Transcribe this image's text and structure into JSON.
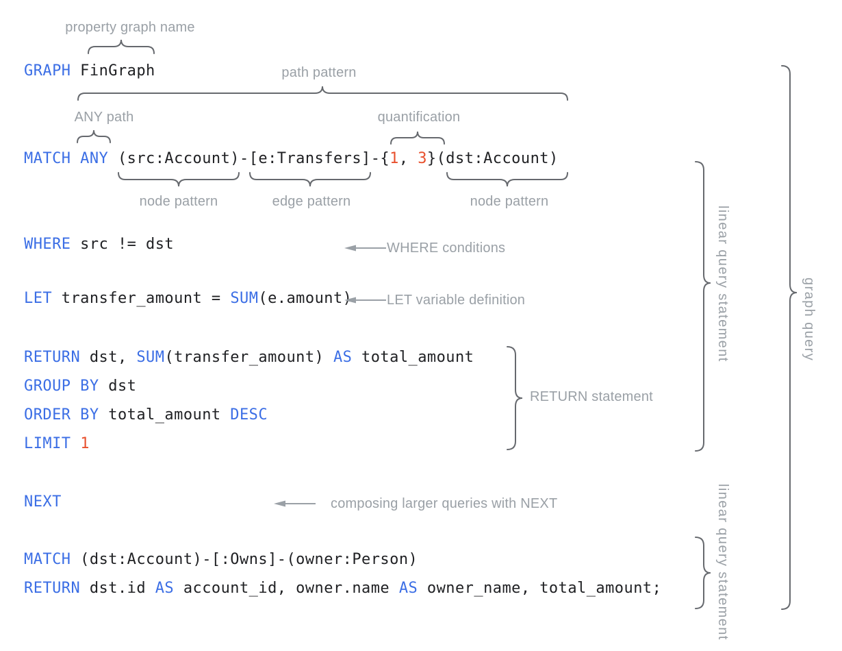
{
  "colors": {
    "background": "#FFFFFF",
    "keyword": "#3B6EE5",
    "number": "#E8502D",
    "code_text": "#202124",
    "annotation_text": "#9AA0A6",
    "brace_stroke": "#66696E",
    "arrow": "#9AA0A6"
  },
  "code_lines": {
    "graph": {
      "segments": [
        {
          "text": "GRAPH",
          "type": "keyword"
        },
        {
          "text": " FinGraph",
          "type": "plain"
        }
      ]
    },
    "match_path": {
      "segments": [
        {
          "text": "MATCH ANY",
          "type": "keyword"
        },
        {
          "text": " (src:Account)-[e:Transfers]-{",
          "type": "plain"
        },
        {
          "text": "1",
          "type": "number"
        },
        {
          "text": ", ",
          "type": "plain"
        },
        {
          "text": "3",
          "type": "number"
        },
        {
          "text": "}(dst:Account)",
          "type": "plain"
        }
      ]
    },
    "where": {
      "segments": [
        {
          "text": "WHERE",
          "type": "keyword"
        },
        {
          "text": " src != dst",
          "type": "plain"
        }
      ]
    },
    "let": {
      "segments": [
        {
          "text": "LET",
          "type": "keyword"
        },
        {
          "text": " transfer_amount = ",
          "type": "plain"
        },
        {
          "text": "SUM",
          "type": "keyword"
        },
        {
          "text": "(e.amount)",
          "type": "plain"
        }
      ]
    },
    "return_agg": {
      "segments": [
        {
          "text": "RETURN",
          "type": "keyword"
        },
        {
          "text": " dst, ",
          "type": "plain"
        },
        {
          "text": "SUM",
          "type": "keyword"
        },
        {
          "text": "(transfer_amount) ",
          "type": "plain"
        },
        {
          "text": "AS",
          "type": "keyword"
        },
        {
          "text": " total_amount",
          "type": "plain"
        }
      ]
    },
    "group_by": {
      "segments": [
        {
          "text": "GROUP BY",
          "type": "keyword"
        },
        {
          "text": " dst",
          "type": "plain"
        }
      ]
    },
    "order_by": {
      "segments": [
        {
          "text": "ORDER BY",
          "type": "keyword"
        },
        {
          "text": " total_amount ",
          "type": "plain"
        },
        {
          "text": "DESC",
          "type": "keyword"
        }
      ]
    },
    "limit": {
      "segments": [
        {
          "text": "LIMIT",
          "type": "keyword"
        },
        {
          "text": " ",
          "type": "plain"
        },
        {
          "text": "1",
          "type": "number"
        }
      ]
    },
    "next": {
      "segments": [
        {
          "text": "NEXT",
          "type": "keyword"
        }
      ]
    },
    "match_owns": {
      "segments": [
        {
          "text": "MATCH",
          "type": "keyword"
        },
        {
          "text": " (dst:Account)-[:Owns]-(owner:Person)",
          "type": "plain"
        }
      ]
    },
    "return_final": {
      "segments": [
        {
          "text": "RETURN",
          "type": "keyword"
        },
        {
          "text": " dst.id ",
          "type": "plain"
        },
        {
          "text": "AS",
          "type": "keyword"
        },
        {
          "text": " account_id, owner.name ",
          "type": "plain"
        },
        {
          "text": "AS",
          "type": "keyword"
        },
        {
          "text": " owner_name, total_amount;",
          "type": "plain"
        }
      ]
    }
  },
  "labels": {
    "property_graph_name": "property graph name",
    "path_pattern": "path pattern",
    "any_path": "ANY path",
    "quantification": "quantification",
    "node_pattern_left": "node pattern",
    "edge_pattern": "edge pattern",
    "node_pattern_right": "node pattern",
    "where_conditions": "WHERE conditions",
    "let_definition": "LET variable definition",
    "return_statement": "RETURN statement",
    "next_composition": "composing larger queries with NEXT",
    "linear_query_statement_top": "linear query statement",
    "linear_query_statement_bottom": "linear query statement",
    "graph_query": "graph query"
  }
}
